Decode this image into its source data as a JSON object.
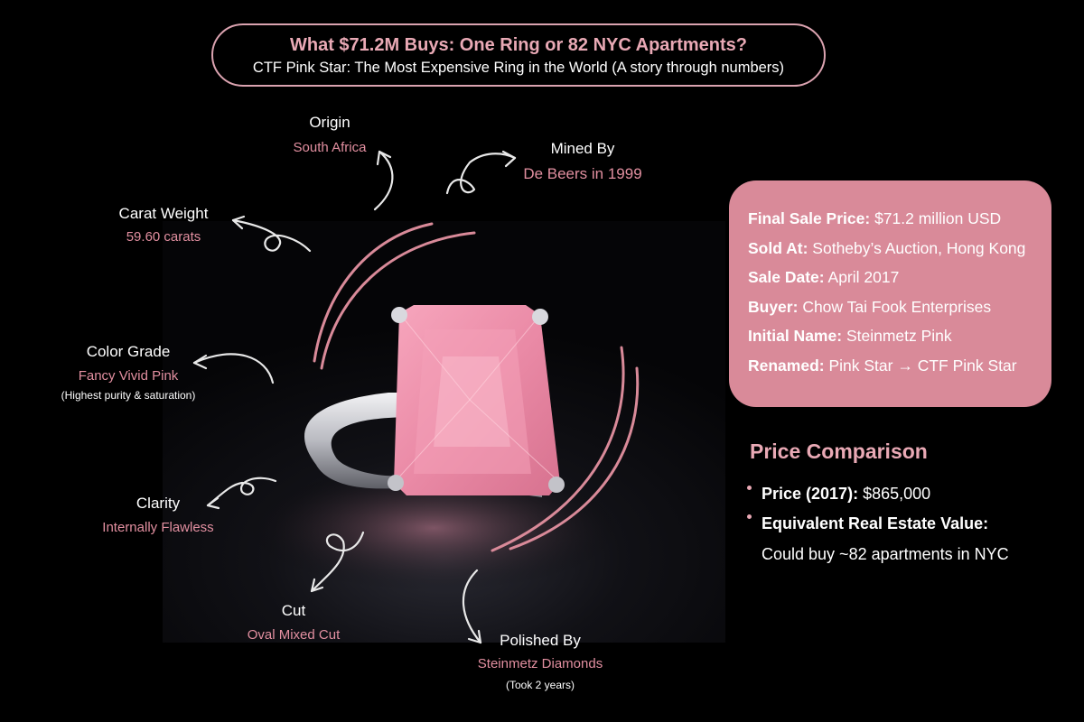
{
  "header": {
    "title": "What $71.2M Buys: One Ring or 82 NYC Apartments?",
    "subtitle": "CTF Pink Star: The Most Expensive Ring in the World (A story through numbers)"
  },
  "specs": {
    "origin": {
      "label": "Origin",
      "value": "South Africa"
    },
    "mined_by": {
      "label": "Mined By",
      "value": "De Beers in 1999"
    },
    "carat": {
      "label": "Carat Weight",
      "value": "59.60 carats"
    },
    "color": {
      "label": "Color Grade",
      "value": "Fancy Vivid Pink",
      "note": "(Highest purity & saturation)"
    },
    "clarity": {
      "label": "Clarity",
      "value": "Internally Flawless"
    },
    "cut": {
      "label": "Cut",
      "value": "Oval Mixed Cut"
    },
    "polished_by": {
      "label": "Polished By",
      "value": "Steinmetz Diamonds",
      "note": "(Took 2 years)"
    }
  },
  "sale_card": {
    "rows": [
      {
        "key": "Final Sale Price:",
        "value": "$71.2 million USD"
      },
      {
        "key": "Sold At:",
        "value": "Sotheby’s Auction, Hong Kong"
      },
      {
        "key": "Sale Date:",
        "value": "April 2017"
      },
      {
        "key": "Buyer:",
        "value": "Chow Tai Fook Enterprises"
      },
      {
        "key": "Initial Name:",
        "value": "Steinmetz Pink"
      },
      {
        "key": "Renamed:",
        "value": "Pink Star → CTF Pink Star"
      }
    ]
  },
  "comparison": {
    "title": "Price Comparison",
    "price_key": "Price (2017):",
    "price_value": "$865,000",
    "equiv_key": "Equivalent Real Estate Value:",
    "equiv_value": "Could buy ~82 apartments in NYC"
  },
  "colors": {
    "accent_pink": "#e9a9b5",
    "card_pink": "#d98a99",
    "value_pink": "#e28fa0",
    "background": "#000000"
  }
}
